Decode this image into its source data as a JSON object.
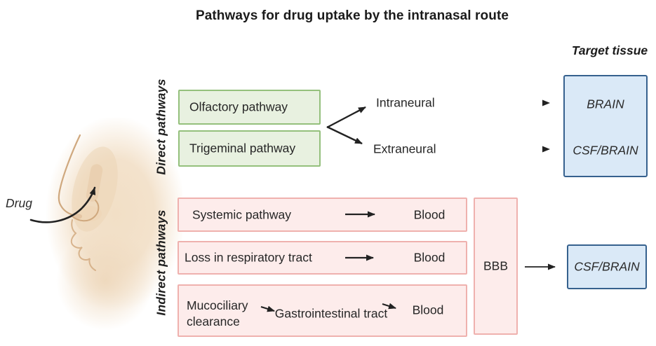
{
  "title": "Pathways for drug uptake by the intranasal route",
  "drug_label": "Drug",
  "direct": {
    "section_label": "Direct pathways",
    "pathway_boxes": [
      {
        "label": "Olfactory pathway"
      },
      {
        "label": "Trigeminal pathway"
      }
    ],
    "branch_labels": [
      {
        "label": "Intraneural"
      },
      {
        "label": "Extraneural"
      }
    ]
  },
  "indirect": {
    "section_label": "Indirect pathways",
    "rows": [
      {
        "label": "Systemic pathway",
        "result": "Blood"
      },
      {
        "label": "Loss in respiratory tract",
        "result": "Blood"
      },
      {
        "label": "Mucociliary clearance",
        "via": "Gastrointestinal tract",
        "result": "Blood"
      }
    ],
    "barrier_label": "BBB"
  },
  "target_tissue": {
    "heading": "Target tissue",
    "direct_box": {
      "row1": "BRAIN",
      "row2": "CSF/BRAIN"
    },
    "indirect_box": {
      "label": "CSF/BRAIN"
    }
  },
  "colors": {
    "green_fill": "#e8f1e0",
    "green_border": "#94c07c",
    "pink_fill": "#fdeceb",
    "pink_border": "#efb1ae",
    "blue_fill": "#dae9f7",
    "blue_border": "#36618e",
    "arrow": "#222222",
    "skin": "#f2dfc6",
    "text": "#262626"
  }
}
